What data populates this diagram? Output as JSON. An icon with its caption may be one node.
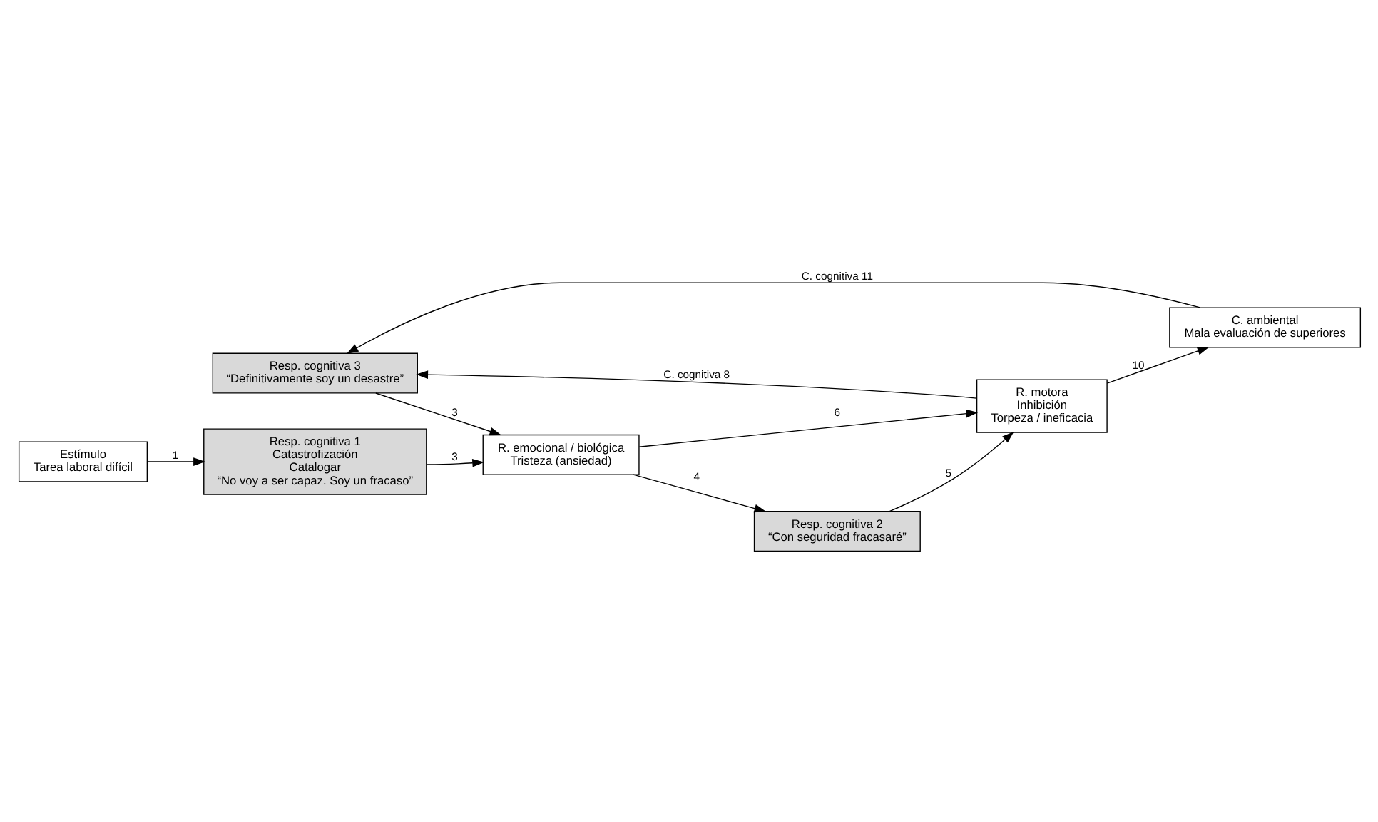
{
  "diagram": {
    "nodes": [
      {
        "text": [
          "Resp. cognitiva 3",
          "“Definitivamente soy un desastre”"
        ]
      },
      {
        "text": [
          "Estímulo",
          "Tarea laboral difícil"
        ]
      },
      {
        "text": [
          "Resp. cognitiva 1",
          "Catastrofización",
          "Catalogar",
          "“No voy a ser capaz. Soy un fracaso”"
        ]
      },
      {
        "text": [
          "Resp. cognitiva 2",
          "“Con seguridad fracasaré”"
        ]
      },
      {
        "text": [
          "R. motora",
          "Inhibición",
          "Torpeza / ineficacia"
        ]
      },
      {
        "text": [
          "C. ambiental",
          "Mala evaluación de superiores"
        ]
      },
      {
        "text": [
          "R. emocional / biológica",
          "Tristeza (ansiedad)"
        ]
      }
    ],
    "edges": [
      {
        "from": 1,
        "to": 2,
        "arrow": "to",
        "label": "1"
      },
      {
        "from": 2,
        "to": 6,
        "arrow": "to",
        "label": "3"
      },
      {
        "from": 0,
        "to": 6,
        "arrow": "to",
        "label": "3"
      },
      {
        "from": 6,
        "to": 3,
        "arrow": "to",
        "label": "4"
      },
      {
        "from": 3,
        "to": 4,
        "arrow": "to",
        "label": "5"
      },
      {
        "from": 6,
        "to": 4,
        "arrow": "to",
        "label": "6"
      },
      {
        "from": 4,
        "to": 5,
        "arrow": "to",
        "label": "10"
      },
      {
        "from": 4,
        "to": 0,
        "arrow": "to",
        "label": "C. cognitiva 8"
      },
      {
        "from": 5,
        "to": 0,
        "arrow": "to",
        "label": "C. cognitiva 11"
      }
    ]
  }
}
